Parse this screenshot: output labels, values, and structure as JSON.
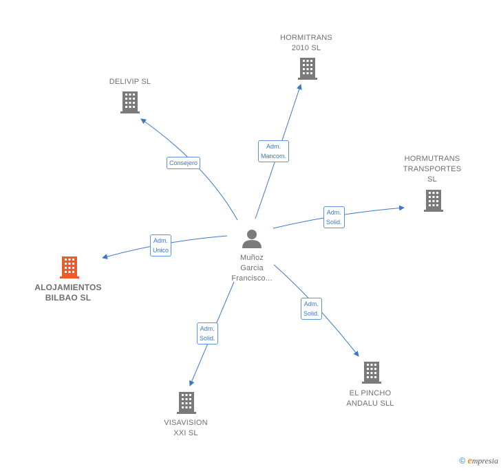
{
  "person": {
    "name": "Muñoz\nGarcia\nFrancisco..."
  },
  "companies": {
    "delivip": "DELIVIP  SL",
    "hormitrans": "HORMITRANS\n2010 SL",
    "hormutrans": "HORMUTRANS\nTRANSPORTES\nSL",
    "alojamientos": "ALOJAMIENTOS\nBILBAO  SL",
    "visavision": "VISAVISION\nXXI  SL",
    "pincho": "EL PINCHO\nANDALU SLL"
  },
  "edges": {
    "delivip": "Consejero",
    "hormitrans": "Adm.\nMancom.",
    "hormutrans": "Adm.\nSolid.",
    "alojamientos": "Adm.\nUnico",
    "visavision": "Adm.\nSolid.",
    "pincho": "Adm.\nSolid."
  },
  "colors": {
    "edge": "#3a78c8",
    "building": "#7a7a7a",
    "highlight": "#f05a28",
    "person": "#7a7a7a"
  },
  "footer": {
    "copyright_symbol": "©",
    "brand_e": "e",
    "brand_rest": "mpresia"
  }
}
